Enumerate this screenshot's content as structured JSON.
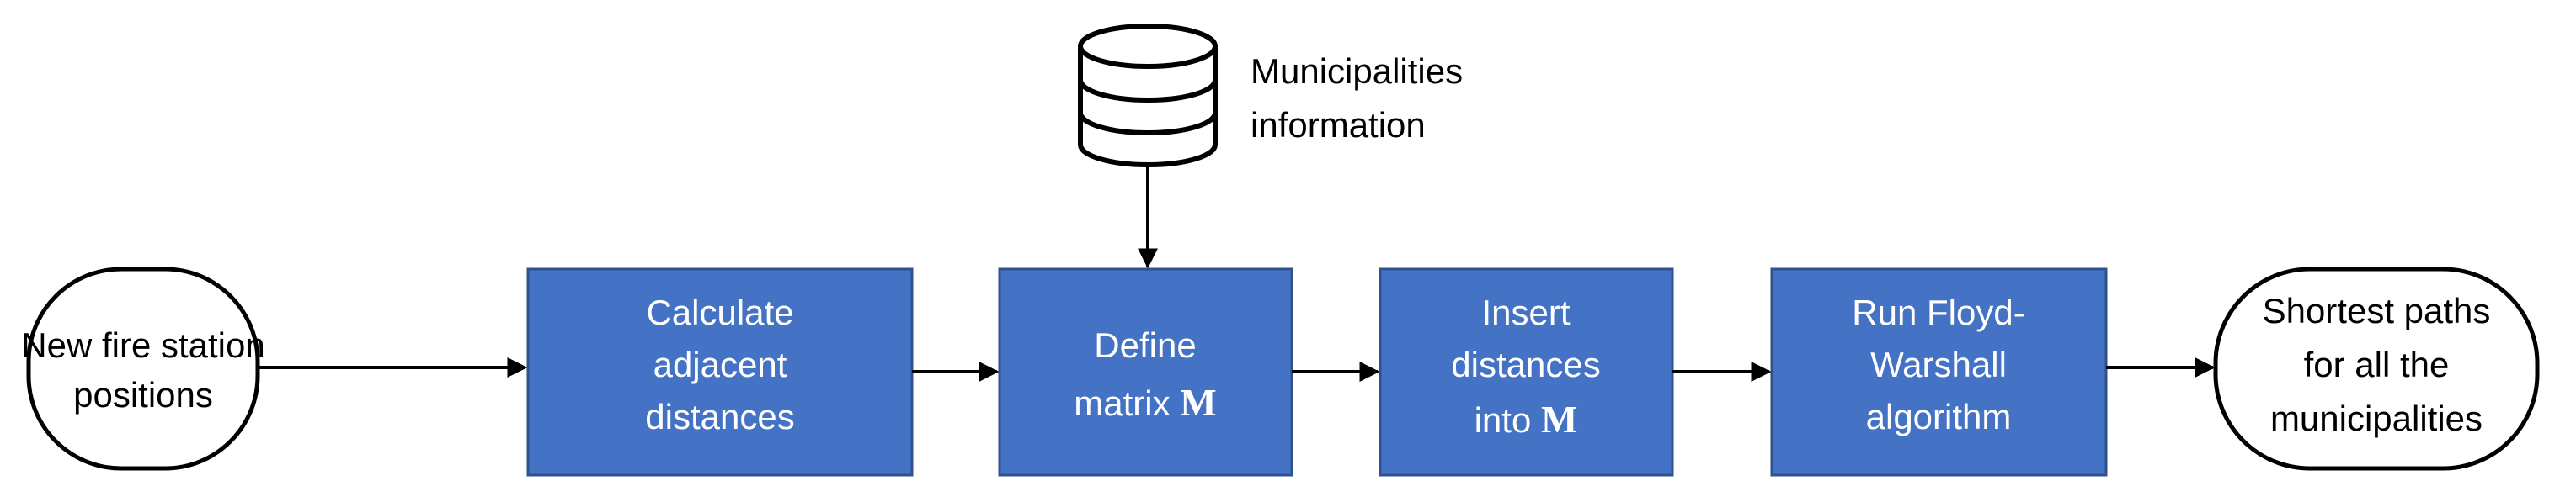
{
  "diagram": {
    "colors": {
      "process_fill": "#4472C4",
      "process_stroke": "#2F528F",
      "stroke": "#000000"
    },
    "start": {
      "lines": [
        "New fire station",
        "positions"
      ]
    },
    "steps": [
      {
        "lines": [
          "Calculate",
          "adjacent",
          "distances"
        ]
      },
      {
        "line1": "Define",
        "line2_prefix": "matrix ",
        "line2_symbol": "M"
      },
      {
        "line1": "Insert",
        "line2": "distances",
        "line3_prefix": "into ",
        "line3_symbol": "M"
      },
      {
        "lines": [
          "Run Floyd-",
          "Warshall",
          "algorithm"
        ]
      }
    ],
    "end": {
      "lines": [
        "Shortest paths",
        "for all the",
        "municipalities"
      ]
    },
    "database": {
      "icon": "database-icon",
      "lines": [
        "Municipalities",
        "information"
      ]
    }
  }
}
